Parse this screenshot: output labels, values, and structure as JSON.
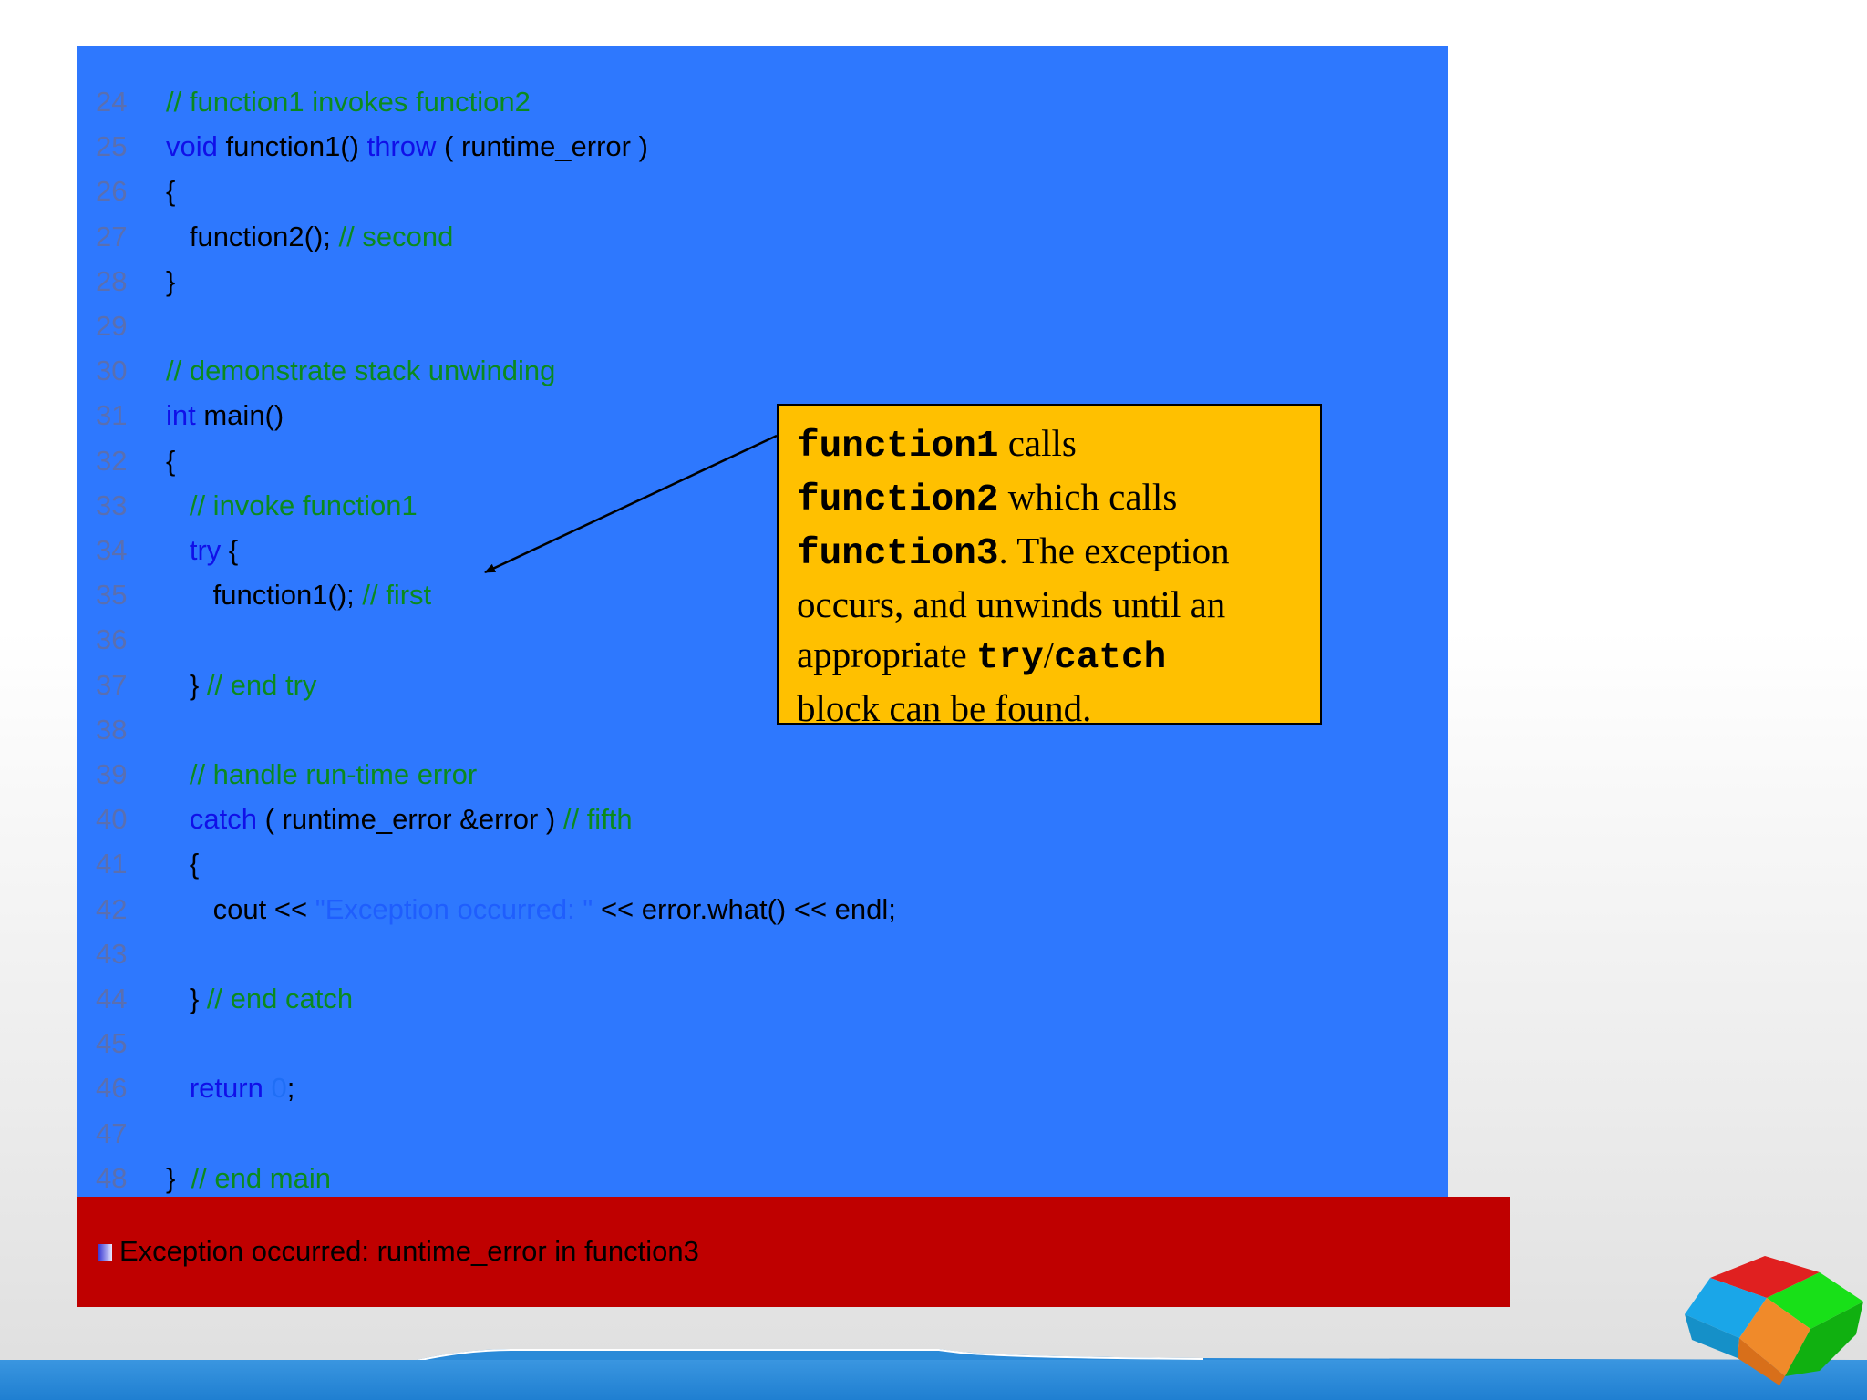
{
  "code_lines": [
    {
      "num": "24",
      "parts": [
        {
          "t": "// function1 invokes function2",
          "c": "cm"
        }
      ]
    },
    {
      "num": "25",
      "parts": [
        {
          "t": "void",
          "c": "kw"
        },
        {
          "t": " function1() ",
          "c": ""
        },
        {
          "t": "throw",
          "c": "kw"
        },
        {
          "t": " ( runtime_error )",
          "c": ""
        }
      ]
    },
    {
      "num": "26",
      "parts": [
        {
          "t": "{",
          "c": ""
        }
      ]
    },
    {
      "num": "27",
      "parts": [
        {
          "t": "   function2(); ",
          "c": ""
        },
        {
          "t": "// second",
          "c": "cm"
        }
      ]
    },
    {
      "num": "28",
      "parts": [
        {
          "t": "}",
          "c": ""
        }
      ]
    },
    {
      "num": "29",
      "parts": []
    },
    {
      "num": "30",
      "parts": [
        {
          "t": "// demonstrate stack unwinding",
          "c": "cm"
        }
      ]
    },
    {
      "num": "31",
      "parts": [
        {
          "t": "int",
          "c": "kw"
        },
        {
          "t": " main()",
          "c": ""
        }
      ]
    },
    {
      "num": "32",
      "parts": [
        {
          "t": "{",
          "c": ""
        }
      ]
    },
    {
      "num": "33",
      "parts": [
        {
          "t": "   ",
          "c": ""
        },
        {
          "t": "// invoke function1",
          "c": "cm"
        }
      ]
    },
    {
      "num": "34",
      "parts": [
        {
          "t": "   ",
          "c": ""
        },
        {
          "t": "try",
          "c": "kw"
        },
        {
          "t": " {",
          "c": ""
        }
      ]
    },
    {
      "num": "35",
      "parts": [
        {
          "t": "      function1(); ",
          "c": ""
        },
        {
          "t": "// first",
          "c": "cm"
        }
      ]
    },
    {
      "num": "36",
      "parts": []
    },
    {
      "num": "37",
      "parts": [
        {
          "t": "   } ",
          "c": ""
        },
        {
          "t": "// end try",
          "c": "cm"
        }
      ]
    },
    {
      "num": "38",
      "parts": []
    },
    {
      "num": "39",
      "parts": [
        {
          "t": "   ",
          "c": ""
        },
        {
          "t": "// handle run-time error",
          "c": "cm"
        }
      ]
    },
    {
      "num": "40",
      "parts": [
        {
          "t": "   ",
          "c": ""
        },
        {
          "t": "catch",
          "c": "kw"
        },
        {
          "t": " ( runtime_error &error ) ",
          "c": ""
        },
        {
          "t": "// fifth",
          "c": "cm"
        }
      ]
    },
    {
      "num": "41",
      "parts": [
        {
          "t": "   {",
          "c": ""
        }
      ]
    },
    {
      "num": "42",
      "parts": [
        {
          "t": "      cout << ",
          "c": ""
        },
        {
          "t": "\"Exception occurred: \"",
          "c": "st"
        },
        {
          "t": " << error.what() << endl;",
          "c": ""
        }
      ]
    },
    {
      "num": "43",
      "parts": []
    },
    {
      "num": "44",
      "parts": [
        {
          "t": "   } ",
          "c": ""
        },
        {
          "t": "// end catch",
          "c": "cm"
        }
      ]
    },
    {
      "num": "45",
      "parts": []
    },
    {
      "num": "46",
      "parts": [
        {
          "t": "   ",
          "c": ""
        },
        {
          "t": "return",
          "c": "kw"
        },
        {
          "t": " ",
          "c": ""
        },
        {
          "t": "0",
          "c": "nm"
        },
        {
          "t": ";",
          "c": ""
        }
      ]
    },
    {
      "num": "47",
      "parts": []
    },
    {
      "num": "48",
      "parts": [
        {
          "t": "}  ",
          "c": ""
        },
        {
          "t": "// end main",
          "c": "cm"
        }
      ]
    }
  ],
  "callout": {
    "line1_code": "function1",
    "line1_text": " calls",
    "line2_code": "function2",
    "line2_text": " which calls",
    "line3_code": "function3",
    "line3_text": ". The exception",
    "line4_text": "occurs, and unwinds until an",
    "line5_text": "appropriate ",
    "line5_code_a": "try",
    "line5_slash": "/",
    "line5_code_b": "catch",
    "line6_text": "block can be found."
  },
  "output": {
    "text": "Exception occurred: runtime_error in function3"
  },
  "colors": {
    "code_panel_bg": "#2e78fe",
    "keyword": "#1010e8",
    "comment": "#0b8a1e",
    "callout_bg": "#ffc000",
    "output_bar_bg": "#bf0000"
  }
}
